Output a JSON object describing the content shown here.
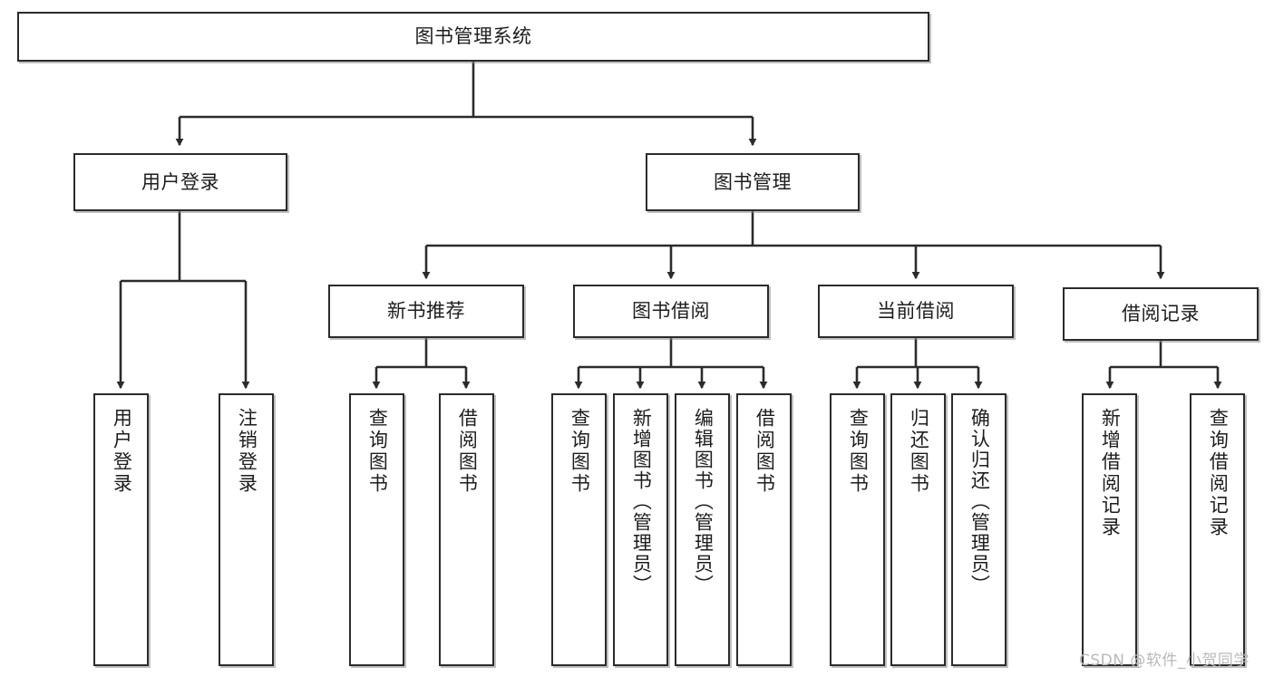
{
  "diagram": {
    "type": "tree-hierarchy-chart",
    "title": "图书管理系统",
    "watermark": "CSDN @软件_小贺同学",
    "colors": {
      "box_stroke": "#2b2b2b",
      "box_fill": "#ffffff",
      "edge": "#2b2b2b",
      "text": "#1d1d1d",
      "watermark": "#b9b9b9",
      "background": "#ffffff"
    },
    "nodes": {
      "root": {
        "label": "图书管理系统",
        "level": 1
      },
      "l2": [
        {
          "id": "user-login",
          "label": "用户登录",
          "level": 2
        },
        {
          "id": "book-management",
          "label": "图书管理",
          "level": 2
        }
      ],
      "l3": [
        {
          "id": "new-book-recommend",
          "label": "新书推荐",
          "level": 3,
          "parent": "book-management"
        },
        {
          "id": "book-borrow",
          "label": "图书借阅",
          "level": 3,
          "parent": "book-management"
        },
        {
          "id": "current-borrow",
          "label": "当前借阅",
          "level": 3,
          "parent": "book-management"
        },
        {
          "id": "borrow-record",
          "label": "借阅记录",
          "level": 3,
          "parent": "book-management"
        }
      ],
      "leaves": [
        {
          "id": "leaf-user-login",
          "label": "用户登录",
          "parent": "user-login"
        },
        {
          "id": "leaf-logout-login",
          "label": "注销登录",
          "parent": "user-login"
        },
        {
          "id": "leaf-query-book-1",
          "label": "查询图书",
          "parent": "new-book-recommend"
        },
        {
          "id": "leaf-borrow-book-1",
          "label": "借阅图书",
          "parent": "new-book-recommend"
        },
        {
          "id": "leaf-query-book-2",
          "label": "查询图书",
          "parent": "book-borrow"
        },
        {
          "id": "leaf-add-book",
          "label": "新增图书（管理员）",
          "parent": "book-borrow"
        },
        {
          "id": "leaf-edit-book",
          "label": "编辑图书（管理员）",
          "parent": "book-borrow"
        },
        {
          "id": "leaf-borrow-book-2",
          "label": "借阅图书",
          "parent": "book-borrow"
        },
        {
          "id": "leaf-query-book-3",
          "label": "查询图书",
          "parent": "current-borrow"
        },
        {
          "id": "leaf-return-book",
          "label": "归还图书",
          "parent": "current-borrow"
        },
        {
          "id": "leaf-confirm-return",
          "label": "确认归还（管理员）",
          "parent": "current-borrow"
        },
        {
          "id": "leaf-add-record",
          "label": "新增借阅记录",
          "parent": "borrow-record"
        },
        {
          "id": "leaf-query-record",
          "label": "查询借阅记录",
          "parent": "borrow-record"
        }
      ]
    }
  }
}
